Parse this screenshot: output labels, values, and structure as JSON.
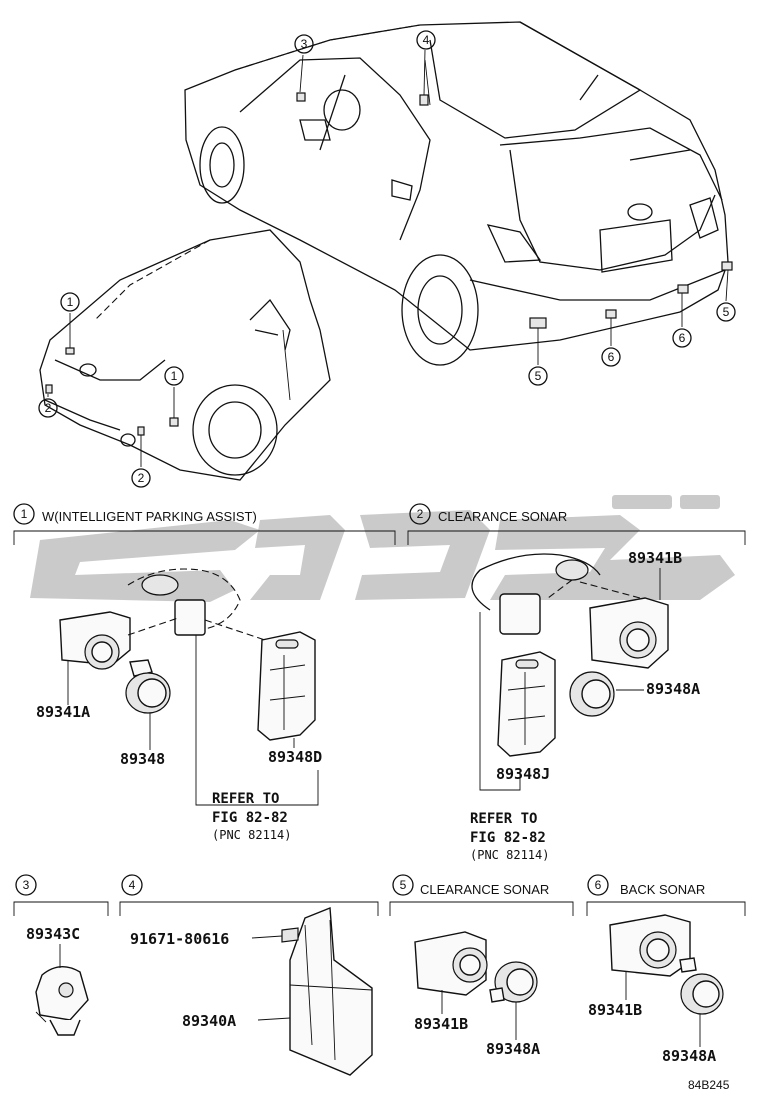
{
  "figure": {
    "code": "84B245",
    "callouts": [
      "1",
      "2",
      "3",
      "4",
      "5",
      "6"
    ]
  },
  "sections": {
    "s1": {
      "num": "1",
      "title": "W(INTELLIGENT PARKING ASSIST)",
      "parts": [
        "89341A",
        "89348",
        "89348D"
      ]
    },
    "s2": {
      "num": "2",
      "title": "CLEARANCE SONAR",
      "parts": [
        "89341B",
        "89348A",
        "89348J"
      ]
    },
    "s3": {
      "num": "3",
      "title": "",
      "parts": [
        "89343C"
      ]
    },
    "s4": {
      "num": "4",
      "title": "",
      "parts": [
        "91671-80616",
        "89340A"
      ]
    },
    "s5": {
      "num": "5",
      "title": "CLEARANCE SONAR",
      "parts": [
        "89341B",
        "89348A"
      ]
    },
    "s6": {
      "num": "6",
      "title": "BACK SONAR",
      "parts": [
        "89341B",
        "89348A"
      ]
    }
  },
  "refs": {
    "r1": {
      "line1": "REFER TO",
      "line2": "FIG 82-82",
      "line3": "(PNC 82114)"
    },
    "r2": {
      "line1": "REFER TO",
      "line2": "FIG 82-82",
      "line3": "(PNC 82114)"
    }
  },
  "colors": {
    "ink": "#111111",
    "watermark": "#9e9e9e"
  }
}
